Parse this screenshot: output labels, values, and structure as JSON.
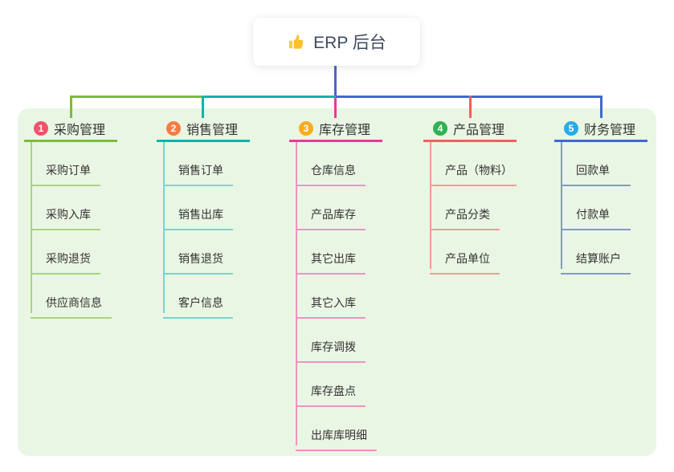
{
  "root": {
    "label": "ERP 后台",
    "icon": "thumbs-up-icon"
  },
  "colors": {
    "canvas": "#ffffff",
    "panel": "#eaf6e4",
    "root_line": "#4f63c5",
    "text": "#333333"
  },
  "branches": [
    {
      "num": "1",
      "label": "采购管理",
      "badge_color": "#f4516c",
      "line_color": "#7eba3f",
      "child_line_color": "#a9d383",
      "children": [
        "采购订单",
        "采购入库",
        "采购退货",
        "供应商信息"
      ]
    },
    {
      "num": "2",
      "label": "销售管理",
      "badge_color": "#f97c44",
      "line_color": "#0cb5ab",
      "child_line_color": "#7bd3cc",
      "children": [
        "销售订单",
        "销售出库",
        "销售退货",
        "客户信息"
      ]
    },
    {
      "num": "3",
      "label": "库存管理",
      "badge_color": "#fbab1f",
      "line_color": "#e53c98",
      "child_line_color": "#f291c3",
      "children": [
        "仓库信息",
        "产品库存",
        "其它出库",
        "其它入库",
        "库存调拨",
        "库存盘点",
        "出库库明细"
      ]
    },
    {
      "num": "4",
      "label": "产品管理",
      "badge_color": "#2fb353",
      "line_color": "#f25e5e",
      "child_line_color": "#f59a96",
      "children": [
        "产品（物料）",
        "产品分类",
        "产品单位"
      ]
    },
    {
      "num": "5",
      "label": "财务管理",
      "badge_color": "#29abe8",
      "line_color": "#4267d2",
      "child_line_color": "#8498cf",
      "children": [
        "回款单",
        "付款单",
        "结算账户"
      ]
    }
  ]
}
